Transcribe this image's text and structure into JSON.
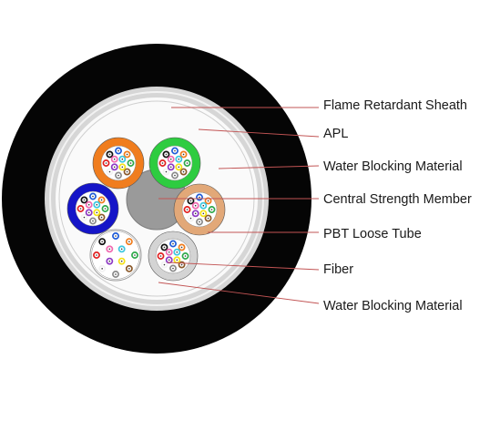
{
  "labels": {
    "sheath": "Flame Retardant Sheath",
    "apl": "APL",
    "water_blocking_outer": "Water Blocking Material",
    "central_strength": "Central Strength Member",
    "loose_tube": "PBT Loose Tube",
    "fiber": "Fiber",
    "water_blocking_inner": "Water Blocking Material"
  },
  "colors": {
    "sheath": "#050505",
    "apl": "#d9d9d9",
    "core": "#fafafa",
    "central_member": "#9a9a9a",
    "leader": "#c25454",
    "tube_orange": "#f07d1e",
    "tube_green": "#2ecc40",
    "tube_blue": "#1515c8",
    "tube_tan": "#e2a878",
    "tube_white": "#ffffff",
    "tube_gray": "#d4d4d4"
  },
  "fiber_colors": [
    "#1e5bd8",
    "#f07d1e",
    "#2ea84a",
    "#8b5a2b",
    "#8a8a8a",
    "#f2f2f2",
    "#e02020",
    "#111111",
    "#f4e21a",
    "#8e3bc4",
    "#f06ab0",
    "#3ec8e0"
  ]
}
